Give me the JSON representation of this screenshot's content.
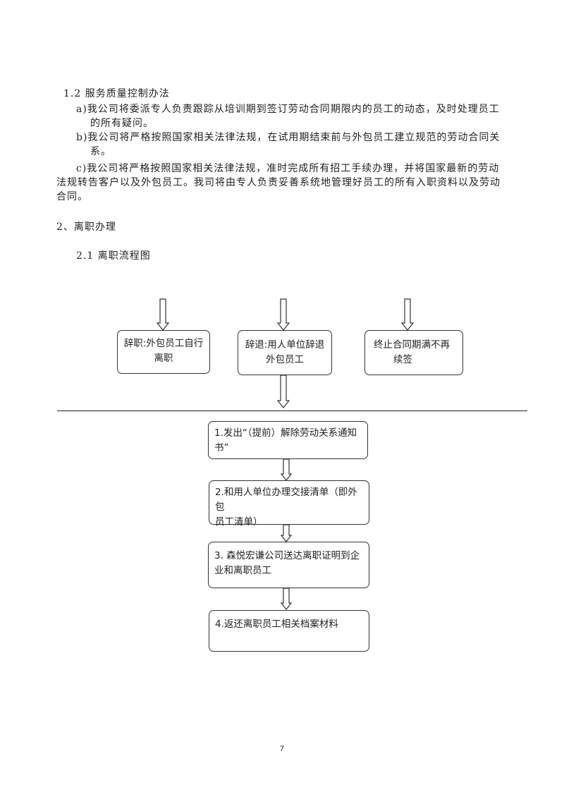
{
  "section_12": {
    "heading": "1.2 服务质量控制办法",
    "item_a_line1": "a)我公司将委派专人负责跟踪从培训期到签订劳动合同期限内的员工的动态，及时处理员工",
    "item_a_line2": "的所有疑问。",
    "item_b_line1": "b)我公司将严格按照国家相关法律法规，在试用期结束前与外包员工建立规范的劳动合同关",
    "item_b_line2": "系。",
    "item_c_line1": "c)我公司将严格按照国家相关法律法规，准时完成所有招工手续办理，并将国家最新的劳动",
    "item_c_line2": "法规转告客户以及外包员工。我司将由专人负责妥善系统地管理好员工的所有入职资料以及劳动",
    "item_c_line3": "合同。"
  },
  "section_2": {
    "heading": "2、离职办理",
    "sub_heading": "2.1 离职流程图"
  },
  "flowchart": {
    "top_boxes": [
      {
        "line1": "辞职:外包员工自行",
        "line2": "离职"
      },
      {
        "line1": "辞退:用人单位辞退",
        "line2": "外包员工"
      },
      {
        "line1": "终止合同期满不再",
        "line2": "续签"
      }
    ],
    "steps": [
      {
        "line1": "1.发出“（提前）解除劳动关系通知",
        "line2": "书”"
      },
      {
        "line1": "2.和用人单位办理交接清单（即外包",
        "line2": "员工清单）"
      },
      {
        "line1": "3. 森悦宏谦公司送达离职证明到企",
        "line2": "业和离职员工"
      },
      {
        "line1": "4.返还离职员工相关档案材料",
        "line2": ""
      }
    ]
  },
  "page_number": "7"
}
